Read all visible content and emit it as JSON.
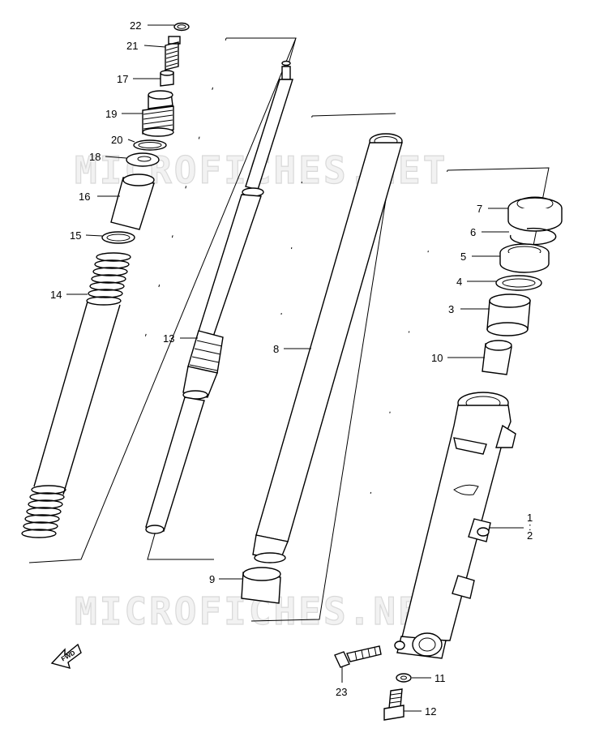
{
  "watermark": "MICROFICHES.NET",
  "fwd_label": "FWD",
  "callouts": [
    {
      "id": "22",
      "label": "22"
    },
    {
      "id": "21",
      "label": "21"
    },
    {
      "id": "17",
      "label": "17"
    },
    {
      "id": "19",
      "label": "19"
    },
    {
      "id": "20",
      "label": "20"
    },
    {
      "id": "18",
      "label": "18"
    },
    {
      "id": "16",
      "label": "16"
    },
    {
      "id": "15",
      "label": "15"
    },
    {
      "id": "14",
      "label": "14"
    },
    {
      "id": "13",
      "label": "13"
    },
    {
      "id": "8",
      "label": "8"
    },
    {
      "id": "9",
      "label": "9"
    },
    {
      "id": "7",
      "label": "7"
    },
    {
      "id": "6",
      "label": "6"
    },
    {
      "id": "5",
      "label": "5"
    },
    {
      "id": "4",
      "label": "4"
    },
    {
      "id": "3",
      "label": "3"
    },
    {
      "id": "10",
      "label": "10"
    },
    {
      "id": "1",
      "label": "1"
    },
    {
      "id": "2",
      "label": "2"
    },
    {
      "id": "11",
      "label": "11"
    },
    {
      "id": "23",
      "label": "23"
    },
    {
      "id": "12",
      "label": "12"
    }
  ]
}
